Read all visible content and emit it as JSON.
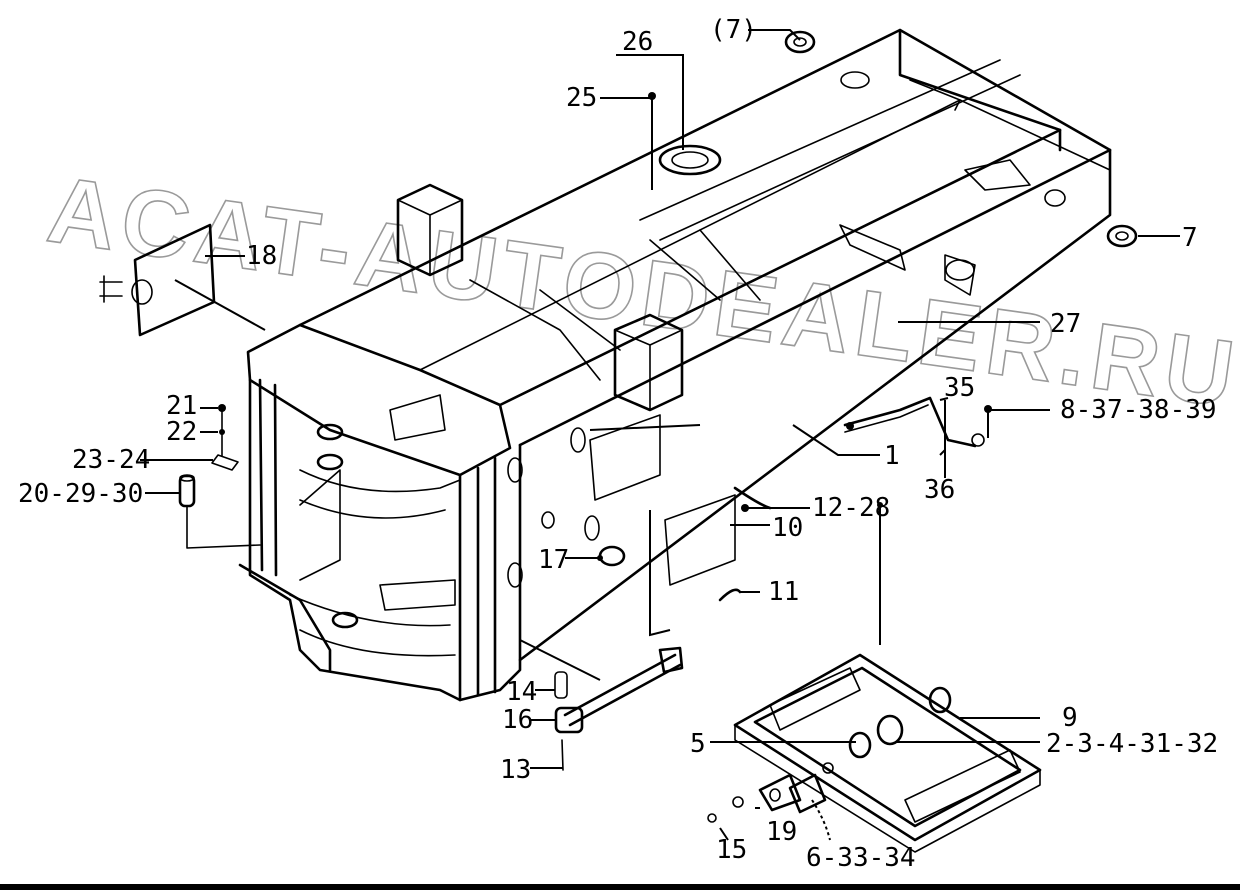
{
  "watermark": "ACAT-AUTODEALER.RU",
  "callouts": [
    {
      "key": "c7p",
      "text": "(7)"
    },
    {
      "key": "c26",
      "text": "26"
    },
    {
      "key": "c25",
      "text": "25"
    },
    {
      "key": "c7",
      "text": "7"
    },
    {
      "key": "c18",
      "text": "18"
    },
    {
      "key": "c27",
      "text": "27"
    },
    {
      "key": "c35",
      "text": "35"
    },
    {
      "key": "c8",
      "text": "8-37-38-39"
    },
    {
      "key": "c21",
      "text": "21"
    },
    {
      "key": "c22",
      "text": "22"
    },
    {
      "key": "c1",
      "text": "1"
    },
    {
      "key": "c36",
      "text": "36"
    },
    {
      "key": "c2324",
      "text": "23-24"
    },
    {
      "key": "c202930",
      "text": "20-29-30"
    },
    {
      "key": "c1228",
      "text": "12-28"
    },
    {
      "key": "c10",
      "text": "10"
    },
    {
      "key": "c17",
      "text": "17"
    },
    {
      "key": "c11",
      "text": "11"
    },
    {
      "key": "c14",
      "text": "14"
    },
    {
      "key": "c16",
      "text": "16"
    },
    {
      "key": "c9",
      "text": "9"
    },
    {
      "key": "c5",
      "text": "5"
    },
    {
      "key": "c23431",
      "text": "2-3-4-31-32"
    },
    {
      "key": "c13",
      "text": "13"
    },
    {
      "key": "c19",
      "text": "19"
    },
    {
      "key": "c15",
      "text": "15"
    },
    {
      "key": "c63334",
      "text": "6-33-34"
    }
  ]
}
